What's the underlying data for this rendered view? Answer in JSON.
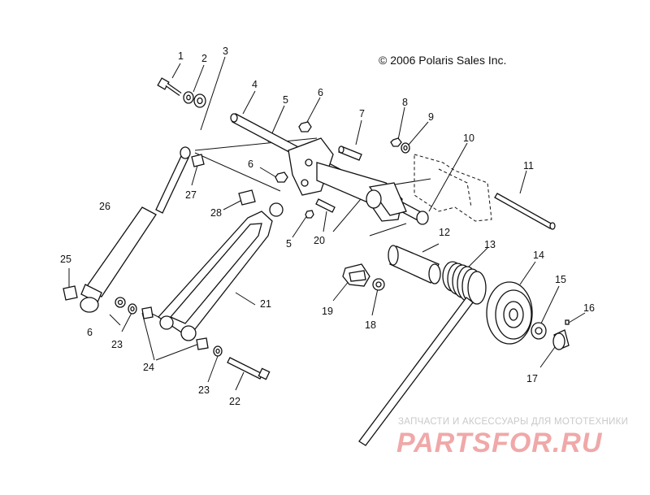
{
  "copyright": "© 2006 Polaris Sales Inc.",
  "watermark": {
    "subtitle": "ЗАПЧАСТИ И АКСЕССУАРЫ ДЛЯ МОТОТЕХНИКИ",
    "logo": "PARTSFOR.RU"
  },
  "callouts": [
    "1",
    "2",
    "3",
    "4",
    "5",
    "6",
    "7",
    "8",
    "9",
    "10",
    "11",
    "12",
    "13",
    "14",
    "15",
    "16",
    "17",
    "18",
    "19",
    "20",
    "21",
    "22",
    "23",
    "24",
    "25",
    "26",
    "27",
    "28",
    "5",
    "6",
    "6",
    "23"
  ]
}
